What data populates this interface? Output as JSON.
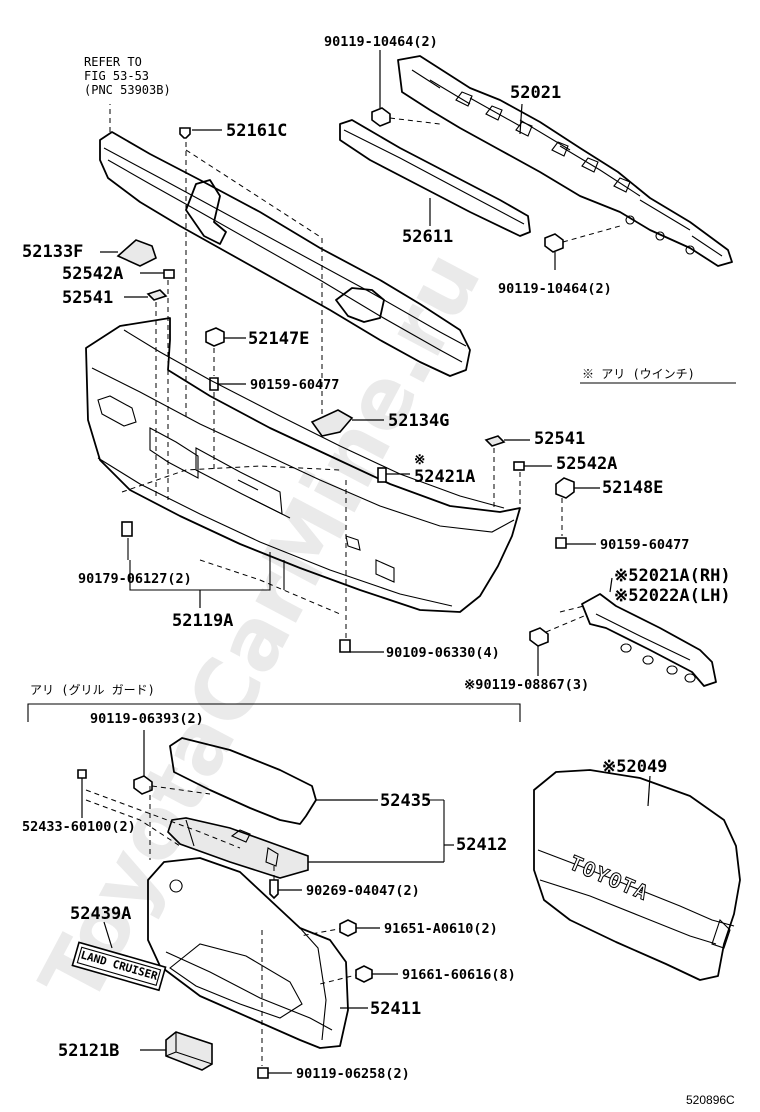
{
  "figure_code": "520896C",
  "watermark_text": "ToyotaCarMine.ru",
  "refer_note": [
    "REFER TO",
    "FIG 53-53",
    "(PNC 53903B)"
  ],
  "notes": {
    "winch": "※ アリ (ウインチ)",
    "grille_guard": "アリ (グリル ガード)"
  },
  "emblem_texts": {
    "grille_emblem": "TOYOTA",
    "badge": "LAND CRUISER"
  },
  "labels": {
    "p90119_10464_top": "90119-10464(2)",
    "p52021": "52021",
    "p52161C": "52161C",
    "p52611": "52611",
    "p90119_10464_bot": "90119-10464(2)",
    "p52133F": "52133F",
    "p52542A_l": "52542A",
    "p52541_l": "52541",
    "p52147E": "52147E",
    "p90159_60477_l": "90159-60477",
    "p52134G": "52134G",
    "p52541_r": "52541",
    "p52421A_mark": "※",
    "p52421A": "52421A",
    "p52542A_r": "52542A",
    "p52148E": "52148E",
    "p90159_60477_r": "90159-60477",
    "p90179_06127": "90179-06127(2)",
    "p52119A": "52119A",
    "p52021A": "※52021A(RH)",
    "p52022A": "※52022A(LH)",
    "p90109_06330": "90109-06330(4)",
    "p90119_08867": "※90119-08867(3)",
    "p90119_06393": "90119-06393(2)",
    "p52435": "52435",
    "p52049": "※52049",
    "p52433": "52433-60100(2)",
    "p52412": "52412",
    "p90269_04047": "90269-04047(2)",
    "p52439A": "52439A",
    "p91651": "91651-A0610(2)",
    "p91661": "91661-60616(8)",
    "p52411": "52411",
    "p52121B": "52121B",
    "p90119_06258": "90119-06258(2)"
  }
}
